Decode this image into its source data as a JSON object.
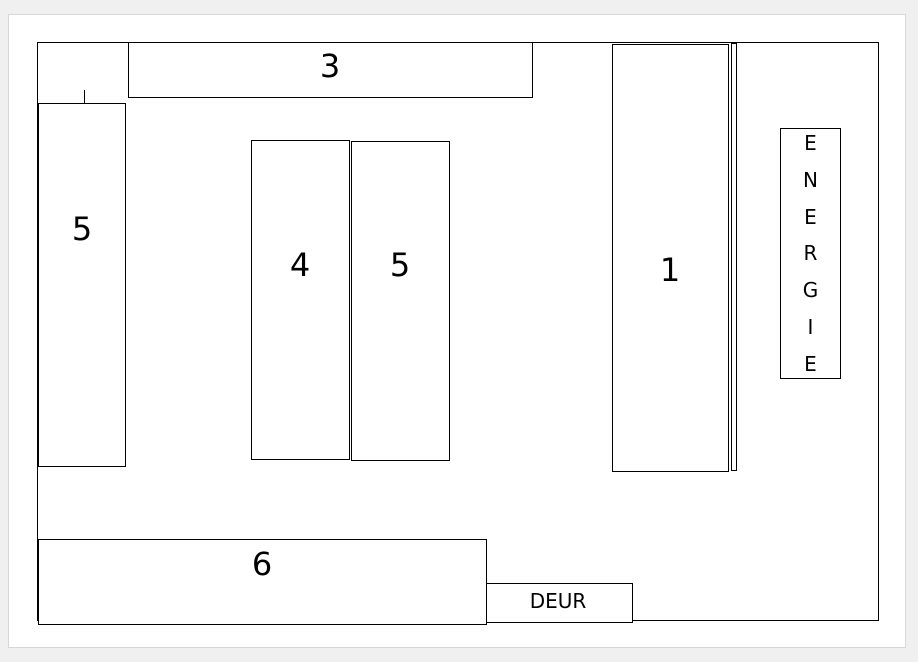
{
  "labels": {
    "top_bar": "3",
    "left_tall": "5",
    "center_left": "4",
    "center_right": "5",
    "right_tall": "1",
    "bottom_wide": "6",
    "door": "DEUR"
  },
  "energie": {
    "letters": [
      "E",
      "N",
      "E",
      "R",
      "G",
      "I",
      "E"
    ]
  }
}
